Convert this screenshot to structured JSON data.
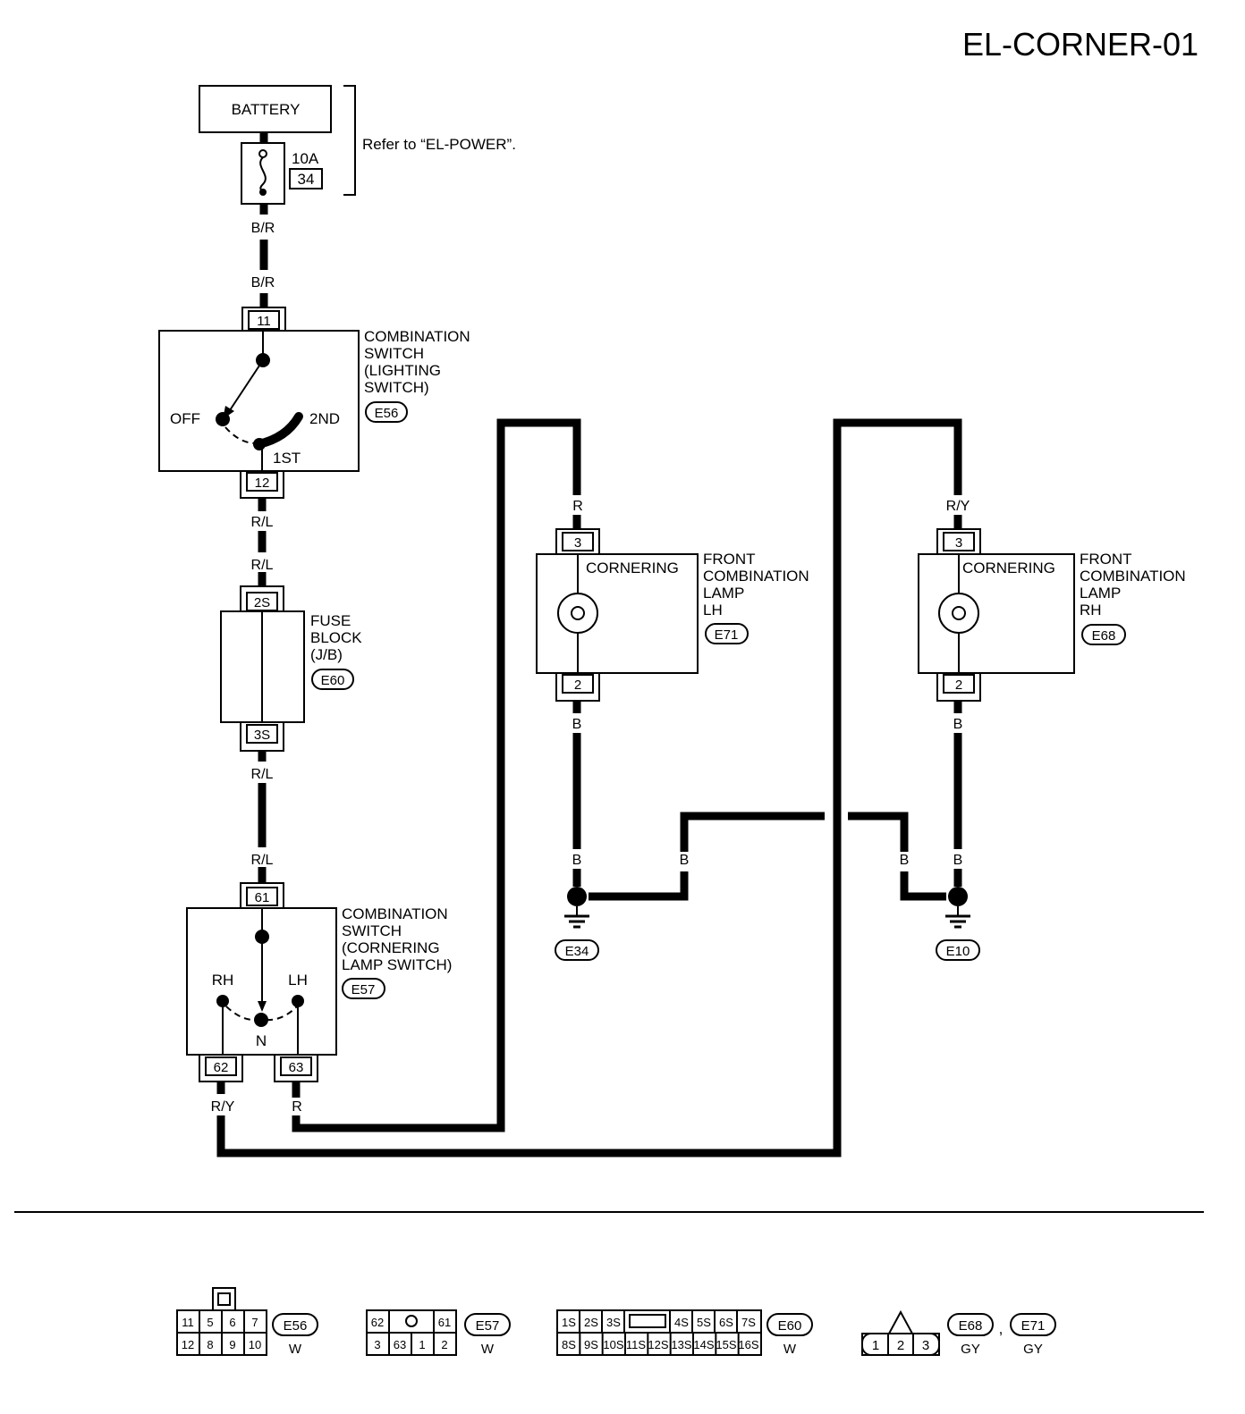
{
  "title": "EL-CORNER-01",
  "battery": {
    "label": "BATTERY",
    "refer": "Refer to “EL-POWER”."
  },
  "fuse": {
    "rating": "10A",
    "number": "34"
  },
  "wires": {
    "b_r_1": "B/R",
    "b_r_2": "B/R",
    "r_l_1": "R/L",
    "r_l_2": "R/L",
    "r_l_3": "R/L",
    "r_l_4": "R/L",
    "r_y_1": "R/Y",
    "r_1": "R",
    "r_lh": "R",
    "b_lh_1": "B",
    "b_lh_2": "B",
    "b_mid_1": "B",
    "r_y_rh": "R/Y",
    "b_rh_1": "B",
    "b_rh_2": "B",
    "b_mid_2": "B"
  },
  "lighting_switch": {
    "name": [
      "COMBINATION",
      "SWITCH",
      "(LIGHTING",
      "SWITCH)"
    ],
    "connector": "E56",
    "pin_in": "11",
    "pin_out": "12",
    "pos_off": "OFF",
    "pos_1st": "1ST",
    "pos_2nd": "2ND"
  },
  "fuse_block": {
    "name": [
      "FUSE",
      "BLOCK",
      "(J/B)"
    ],
    "connector": "E60",
    "pin_in": "2S",
    "pin_out": "3S"
  },
  "cornering_switch": {
    "name": [
      "COMBINATION",
      "SWITCH",
      "(CORNERING",
      "LAMP SWITCH)"
    ],
    "connector": "E57",
    "pin_in": "61",
    "pin_rh": "62",
    "pin_lh": "63",
    "pos_rh": "RH",
    "pos_lh": "LH",
    "pos_n": "N"
  },
  "lamp_lh": {
    "inner": "CORNERING",
    "name": [
      "FRONT",
      "COMBINATION",
      "LAMP",
      "LH"
    ],
    "connector": "E71",
    "pin_in": "3",
    "pin_out": "2"
  },
  "lamp_rh": {
    "inner": "CORNERING",
    "name": [
      "FRONT",
      "COMBINATION",
      "LAMP",
      "RH"
    ],
    "connector": "E68",
    "pin_in": "3",
    "pin_out": "2"
  },
  "grounds": {
    "left": "E34",
    "right": "E10"
  },
  "connectors": {
    "e56": {
      "id": "E56",
      "color": "W",
      "top": [
        "11",
        "5",
        "6",
        "7"
      ],
      "bottom": [
        "12",
        "8",
        "9",
        "10"
      ]
    },
    "e57": {
      "id": "E57",
      "color": "W",
      "top": [
        "62",
        "",
        "61"
      ],
      "bottom": [
        "3",
        "63",
        "1",
        "2"
      ]
    },
    "e60": {
      "id": "E60",
      "color": "W",
      "top": [
        "1S",
        "2S",
        "3S",
        "",
        "4S",
        "5S",
        "6S",
        "7S"
      ],
      "bottom": [
        "8S",
        "9S",
        "10S",
        "11S",
        "12S",
        "13S",
        "14S",
        "15S",
        "16S"
      ]
    },
    "e68": {
      "id": "E68",
      "color": "GY"
    },
    "e71": {
      "id": "E71",
      "color": "GY"
    },
    "separator": ",",
    "lamp_pins": [
      "1",
      "2",
      "3"
    ]
  }
}
